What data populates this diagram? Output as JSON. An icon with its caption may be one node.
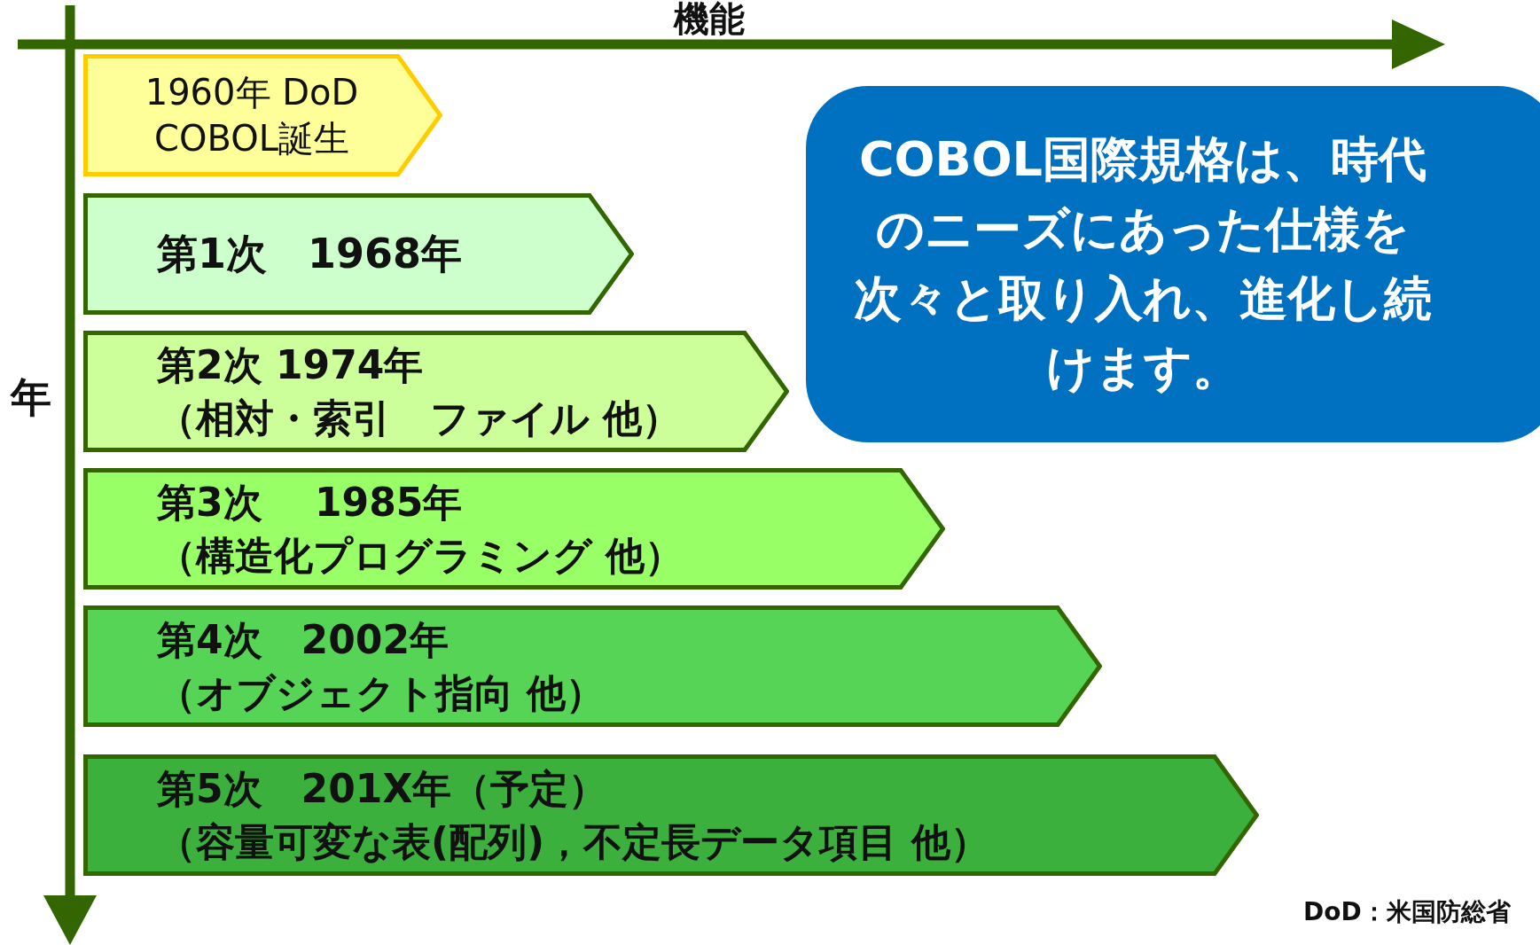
{
  "diagram": {
    "nodes": [
      {
        "text": [
          "1960年 DoD COBOL誕生"
        ]
      },
      {
        "text": [
          "第1次　1968年"
        ]
      },
      {
        "text": [
          "第2次 1974年",
          "（相対・索引　ファイル 他）"
        ]
      },
      {
        "text": [
          "第3次　 1985年",
          "（構造化プログラミング 他）"
        ]
      },
      {
        "text": [
          "第4次　2002年",
          "（オブジェクト指向 他）"
        ]
      },
      {
        "text": [
          "第5次　201X年（予定）",
          "（容量可変な表(配列)，不定長データ項目 他）"
        ]
      },
      {
        "text": [
          "COBOL国際規格は、時代のニーズにあった仕様を次々と取り入れ、進化し続けます。"
        ]
      }
    ],
    "edges": [],
    "labels": [
      "機能",
      "年",
      "DoD：米国防総省"
    ]
  }
}
